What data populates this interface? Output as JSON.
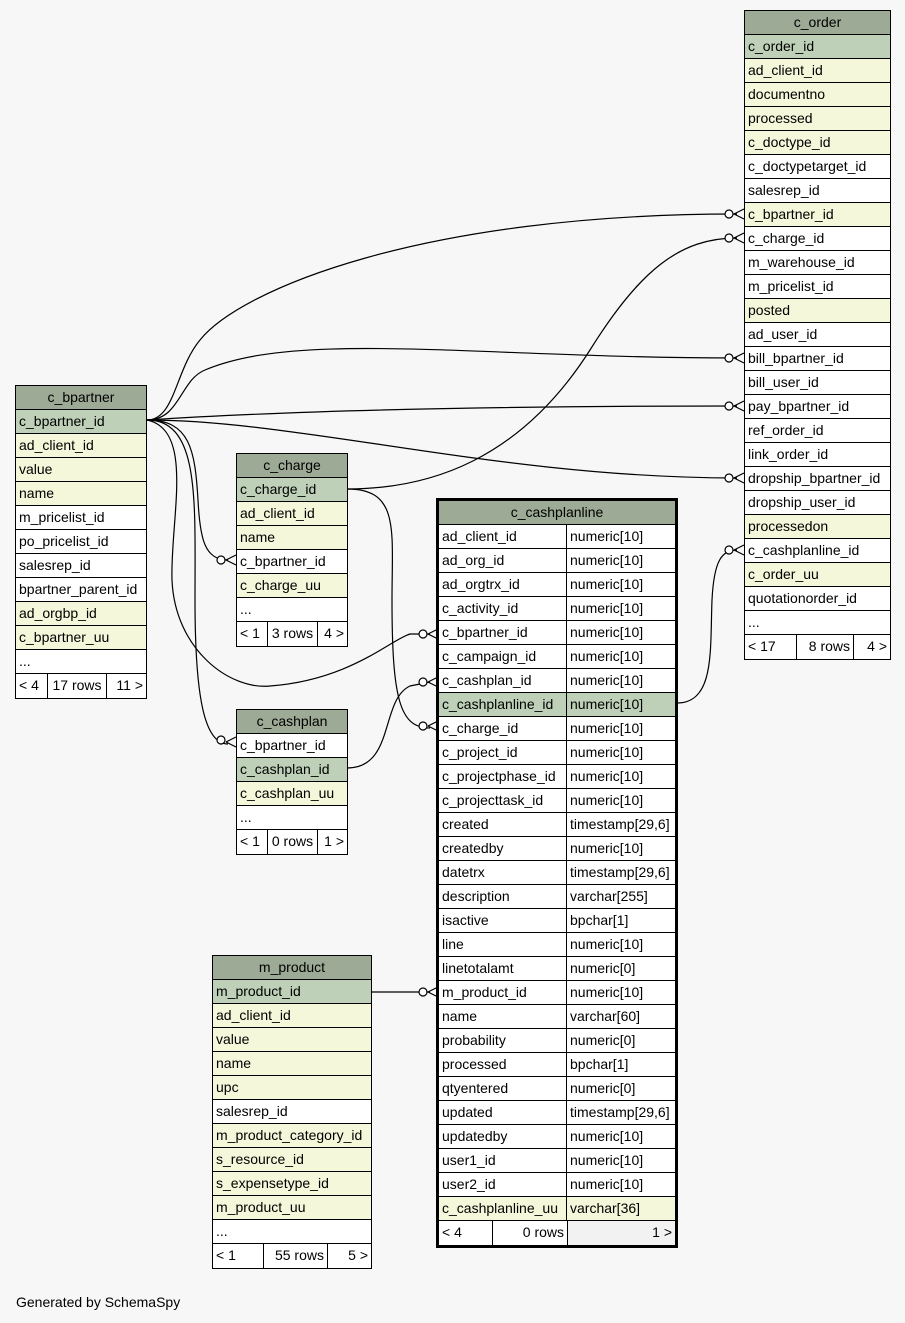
{
  "tables": {
    "c_order": {
      "name": "c_order",
      "rows": [
        {
          "col": "c_order_id",
          "kind": "pk"
        },
        {
          "col": "ad_client_id",
          "kind": "idx"
        },
        {
          "col": "documentno",
          "kind": "idx"
        },
        {
          "col": "processed",
          "kind": "idx"
        },
        {
          "col": "c_doctype_id",
          "kind": "idx"
        },
        {
          "col": "c_doctypetarget_id",
          "kind": "plain"
        },
        {
          "col": "salesrep_id",
          "kind": "plain"
        },
        {
          "col": "c_bpartner_id",
          "kind": "idx"
        },
        {
          "col": "c_charge_id",
          "kind": "plain"
        },
        {
          "col": "m_warehouse_id",
          "kind": "plain"
        },
        {
          "col": "m_pricelist_id",
          "kind": "plain"
        },
        {
          "col": "posted",
          "kind": "idx"
        },
        {
          "col": "ad_user_id",
          "kind": "plain"
        },
        {
          "col": "bill_bpartner_id",
          "kind": "plain"
        },
        {
          "col": "bill_user_id",
          "kind": "plain"
        },
        {
          "col": "pay_bpartner_id",
          "kind": "plain"
        },
        {
          "col": "ref_order_id",
          "kind": "plain"
        },
        {
          "col": "link_order_id",
          "kind": "plain"
        },
        {
          "col": "dropship_bpartner_id",
          "kind": "plain"
        },
        {
          "col": "dropship_user_id",
          "kind": "plain"
        },
        {
          "col": "processedon",
          "kind": "idx"
        },
        {
          "col": "c_cashplanline_id",
          "kind": "plain"
        },
        {
          "col": "c_order_uu",
          "kind": "idx"
        },
        {
          "col": "quotationorder_id",
          "kind": "plain"
        },
        {
          "col": "...",
          "kind": "plain"
        }
      ],
      "footer": {
        "left": "< 17",
        "mid": "8 rows",
        "right": "4 >"
      }
    },
    "c_bpartner": {
      "name": "c_bpartner",
      "rows": [
        {
          "col": "c_bpartner_id",
          "kind": "pk"
        },
        {
          "col": "ad_client_id",
          "kind": "idx"
        },
        {
          "col": "value",
          "kind": "idx"
        },
        {
          "col": "name",
          "kind": "idx"
        },
        {
          "col": "m_pricelist_id",
          "kind": "plain"
        },
        {
          "col": "po_pricelist_id",
          "kind": "plain"
        },
        {
          "col": "salesrep_id",
          "kind": "plain"
        },
        {
          "col": "bpartner_parent_id",
          "kind": "plain"
        },
        {
          "col": "ad_orgbp_id",
          "kind": "idx"
        },
        {
          "col": "c_bpartner_uu",
          "kind": "idx"
        },
        {
          "col": "...",
          "kind": "plain"
        }
      ],
      "footer": {
        "left": "< 4",
        "mid": "17 rows",
        "right": "11 >"
      }
    },
    "c_charge": {
      "name": "c_charge",
      "rows": [
        {
          "col": "c_charge_id",
          "kind": "pk"
        },
        {
          "col": "ad_client_id",
          "kind": "idx"
        },
        {
          "col": "name",
          "kind": "idx"
        },
        {
          "col": "c_bpartner_id",
          "kind": "plain"
        },
        {
          "col": "c_charge_uu",
          "kind": "idx"
        },
        {
          "col": "...",
          "kind": "plain"
        }
      ],
      "footer": {
        "left": "< 1",
        "mid": "3 rows",
        "right": "4 >"
      }
    },
    "c_cashplan": {
      "name": "c_cashplan",
      "rows": [
        {
          "col": "c_bpartner_id",
          "kind": "plain"
        },
        {
          "col": "c_cashplan_id",
          "kind": "pk"
        },
        {
          "col": "c_cashplan_uu",
          "kind": "idx"
        },
        {
          "col": "...",
          "kind": "plain"
        }
      ],
      "footer": {
        "left": "< 1",
        "mid": "0 rows",
        "right": "1 >"
      }
    },
    "m_product": {
      "name": "m_product",
      "rows": [
        {
          "col": "m_product_id",
          "kind": "pk"
        },
        {
          "col": "ad_client_id",
          "kind": "idx"
        },
        {
          "col": "value",
          "kind": "idx"
        },
        {
          "col": "name",
          "kind": "idx"
        },
        {
          "col": "upc",
          "kind": "idx"
        },
        {
          "col": "salesrep_id",
          "kind": "plain"
        },
        {
          "col": "m_product_category_id",
          "kind": "idx"
        },
        {
          "col": "s_resource_id",
          "kind": "idx"
        },
        {
          "col": "s_expensetype_id",
          "kind": "idx"
        },
        {
          "col": "m_product_uu",
          "kind": "idx"
        },
        {
          "col": "...",
          "kind": "plain"
        }
      ],
      "footer": {
        "left": "< 1",
        "mid": "55 rows",
        "right": "5 >"
      }
    },
    "c_cashplanline": {
      "name": "c_cashplanline",
      "rows": [
        {
          "col": "ad_client_id",
          "type": "numeric[10]",
          "kind": "plain"
        },
        {
          "col": "ad_org_id",
          "type": "numeric[10]",
          "kind": "plain"
        },
        {
          "col": "ad_orgtrx_id",
          "type": "numeric[10]",
          "kind": "plain"
        },
        {
          "col": "c_activity_id",
          "type": "numeric[10]",
          "kind": "plain"
        },
        {
          "col": "c_bpartner_id",
          "type": "numeric[10]",
          "kind": "plain"
        },
        {
          "col": "c_campaign_id",
          "type": "numeric[10]",
          "kind": "plain"
        },
        {
          "col": "c_cashplan_id",
          "type": "numeric[10]",
          "kind": "plain"
        },
        {
          "col": "c_cashplanline_id",
          "type": "numeric[10]",
          "kind": "pk"
        },
        {
          "col": "c_charge_id",
          "type": "numeric[10]",
          "kind": "plain"
        },
        {
          "col": "c_project_id",
          "type": "numeric[10]",
          "kind": "plain"
        },
        {
          "col": "c_projectphase_id",
          "type": "numeric[10]",
          "kind": "plain"
        },
        {
          "col": "c_projecttask_id",
          "type": "numeric[10]",
          "kind": "plain"
        },
        {
          "col": "created",
          "type": "timestamp[29,6]",
          "kind": "plain"
        },
        {
          "col": "createdby",
          "type": "numeric[10]",
          "kind": "plain"
        },
        {
          "col": "datetrx",
          "type": "timestamp[29,6]",
          "kind": "plain"
        },
        {
          "col": "description",
          "type": "varchar[255]",
          "kind": "plain"
        },
        {
          "col": "isactive",
          "type": "bpchar[1]",
          "kind": "plain"
        },
        {
          "col": "line",
          "type": "numeric[10]",
          "kind": "plain"
        },
        {
          "col": "linetotalamt",
          "type": "numeric[0]",
          "kind": "plain"
        },
        {
          "col": "m_product_id",
          "type": "numeric[10]",
          "kind": "plain"
        },
        {
          "col": "name",
          "type": "varchar[60]",
          "kind": "plain"
        },
        {
          "col": "probability",
          "type": "numeric[0]",
          "kind": "plain"
        },
        {
          "col": "processed",
          "type": "bpchar[1]",
          "kind": "plain"
        },
        {
          "col": "qtyentered",
          "type": "numeric[0]",
          "kind": "plain"
        },
        {
          "col": "updated",
          "type": "timestamp[29,6]",
          "kind": "plain"
        },
        {
          "col": "updatedby",
          "type": "numeric[10]",
          "kind": "plain"
        },
        {
          "col": "user1_id",
          "type": "numeric[10]",
          "kind": "plain"
        },
        {
          "col": "user2_id",
          "type": "numeric[10]",
          "kind": "plain"
        },
        {
          "col": "c_cashplanline_uu",
          "type": "varchar[36]",
          "kind": "idx"
        }
      ],
      "footer": {
        "left": "< 4",
        "mid": "0 rows",
        "right": "1 >"
      }
    }
  },
  "colors": {
    "header": "#9caa96",
    "primary_key": "#bed1b8",
    "indexed": "#f4f7da",
    "background": "#f7f7f7"
  },
  "footer_text": "Generated by SchemaSpy"
}
